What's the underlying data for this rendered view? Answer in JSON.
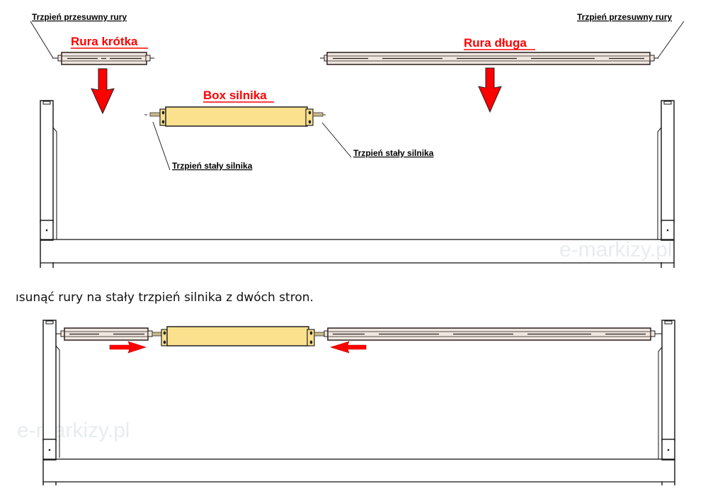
{
  "labels": {
    "pin_tube_left": "Trzpień przesuwny rury",
    "pin_tube_right": "Trzpień przesuwny rury",
    "pin_motor_left": "Trzpień stały silnika",
    "pin_motor_right": "Trzpień stały silnika"
  },
  "titles": {
    "short_tube": "Rura krótka",
    "long_tube": "Rura długa",
    "motor_box": "Box silnika"
  },
  "caption": "ısunąć rury na stały trzpień silnika z dwóch stron.",
  "watermark": "e-markizy.pl",
  "colors": {
    "accent_red": "#ff0000",
    "motor_box_fill": "#fbe08e",
    "tube_fill": "#efe6e0",
    "tube_stroke": "#2a1f1a"
  }
}
